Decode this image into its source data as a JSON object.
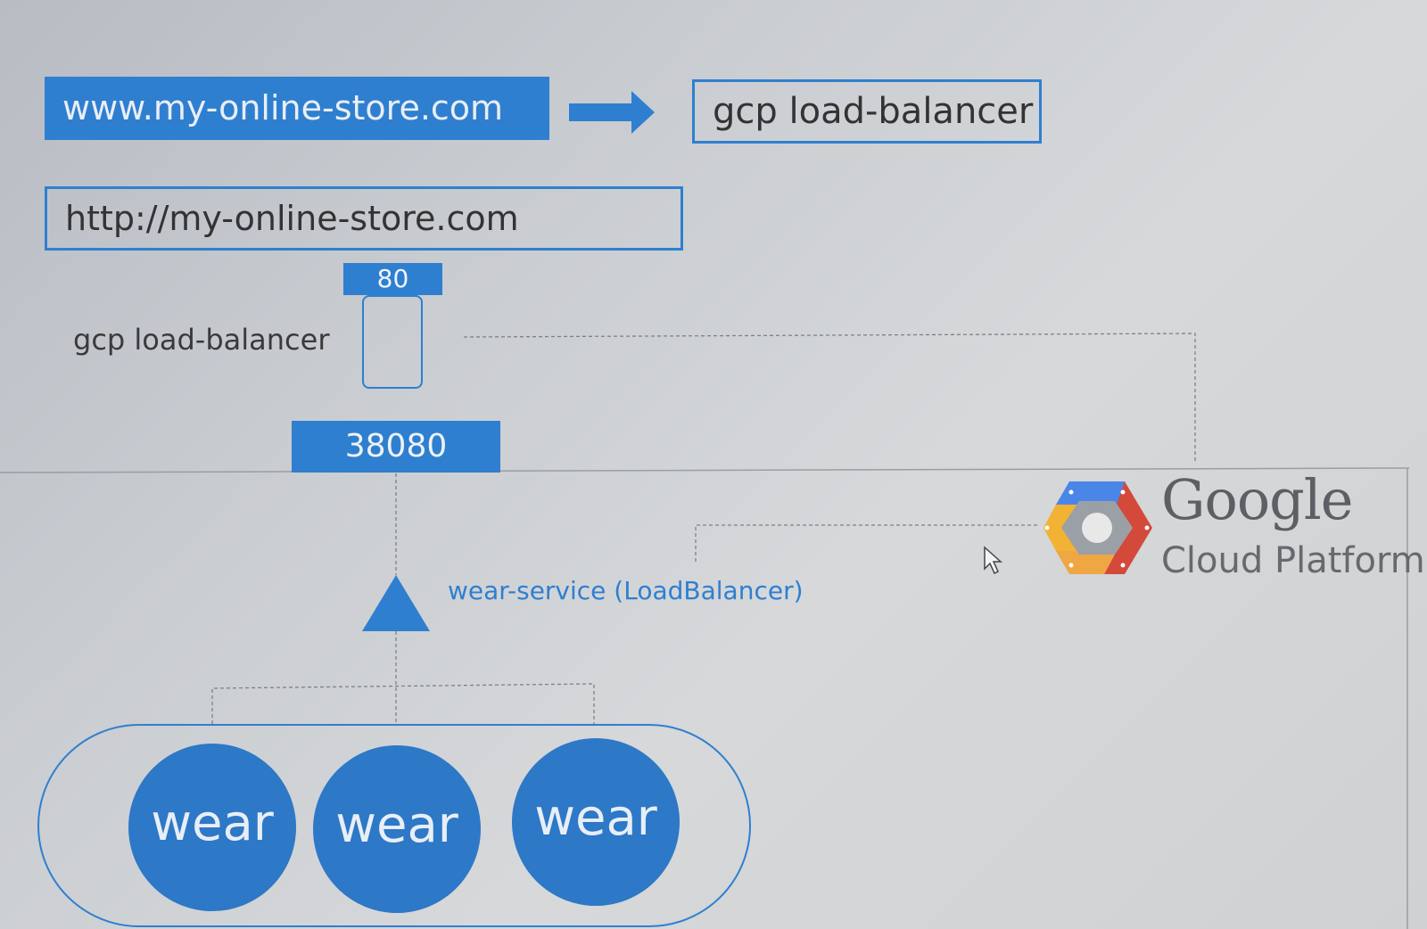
{
  "top_row": {
    "domain_label": "www.my-online-store.com",
    "load_balancer_label": "gcp load-balancer"
  },
  "url_box": {
    "url": "http://my-online-store.com"
  },
  "load_balancer": {
    "port": "80",
    "label": "gcp load-balancer"
  },
  "node_port": {
    "port": "38080"
  },
  "service": {
    "label": "wear-service (LoadBalancer)"
  },
  "pods": [
    {
      "label": "wear"
    },
    {
      "label": "wear"
    },
    {
      "label": "wear"
    }
  ],
  "gcp_branding": {
    "google": "Google",
    "cloud_platform": "Cloud Platform"
  },
  "icons": {
    "arrow": "arrow-right-icon",
    "service": "triangle-service-icon",
    "gcp": "gcp-hexagon-logo",
    "cursor": "mouse-cursor-icon"
  },
  "colors": {
    "accent_blue": "#2f7fd0",
    "gcp_blue": "#4a86e8",
    "gcp_red": "#d34a3a",
    "gcp_yellow": "#f2b233",
    "gcp_gray": "#9aa0a6"
  }
}
